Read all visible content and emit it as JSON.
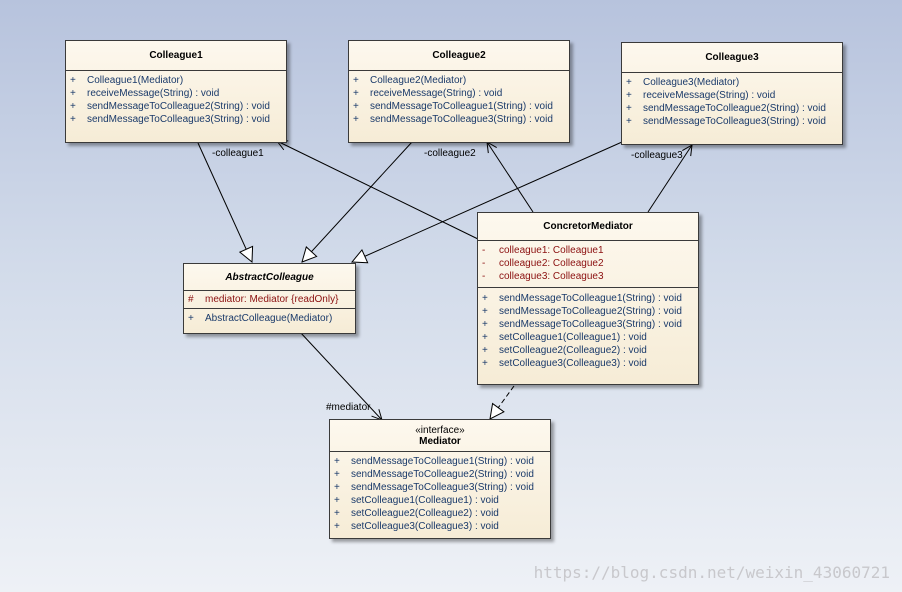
{
  "classes": {
    "colleague1": {
      "name": "Colleague1",
      "operations": [
        {
          "vis": "+",
          "text": "Colleague1(Mediator)"
        },
        {
          "vis": "+",
          "text": "receiveMessage(String) : void"
        },
        {
          "vis": "+",
          "text": "sendMessageToColleague2(String) : void"
        },
        {
          "vis": "+",
          "text": "sendMessageToColleague3(String) : void"
        }
      ]
    },
    "colleague2": {
      "name": "Colleague2",
      "operations": [
        {
          "vis": "+",
          "text": "Colleague2(Mediator)"
        },
        {
          "vis": "+",
          "text": "receiveMessage(String) : void"
        },
        {
          "vis": "+",
          "text": "sendMessageToColleague1(String) : void"
        },
        {
          "vis": "+",
          "text": "sendMessageToColleague3(String) : void"
        }
      ]
    },
    "colleague3": {
      "name": "Colleague3",
      "operations": [
        {
          "vis": "+",
          "text": "Colleague3(Mediator)"
        },
        {
          "vis": "+",
          "text": "receiveMessage(String) : void"
        },
        {
          "vis": "+",
          "text": "sendMessageToColleague2(String) : void"
        },
        {
          "vis": "+",
          "text": "sendMessageToColleague3(String) : void"
        }
      ]
    },
    "abstract": {
      "name": "AbstractColleague",
      "attributes": [
        {
          "vis": "#",
          "text": "mediator:  Mediator {readOnly}"
        }
      ],
      "operations": [
        {
          "vis": "+",
          "text": "AbstractColleague(Mediator)"
        }
      ]
    },
    "concrete": {
      "name": "ConcretorMediator",
      "attributes": [
        {
          "vis": "-",
          "text": "colleague1:  Colleague1"
        },
        {
          "vis": "-",
          "text": "colleague2:  Colleague2"
        },
        {
          "vis": "-",
          "text": "colleague3:  Colleague3"
        }
      ],
      "operations": [
        {
          "vis": "+",
          "text": "sendMessageToColleague1(String) : void"
        },
        {
          "vis": "+",
          "text": "sendMessageToColleague2(String) : void"
        },
        {
          "vis": "+",
          "text": "sendMessageToColleague3(String) : void"
        },
        {
          "vis": "+",
          "text": "setColleague1(Colleague1) : void"
        },
        {
          "vis": "+",
          "text": "setColleague2(Colleague2) : void"
        },
        {
          "vis": "+",
          "text": "setColleague3(Colleague3) : void"
        }
      ]
    },
    "mediator": {
      "stereotype": "«interface»",
      "name": "Mediator",
      "operations": [
        {
          "vis": "+",
          "text": "sendMessageToColleague1(String) : void"
        },
        {
          "vis": "+",
          "text": "sendMessageToColleague2(String) : void"
        },
        {
          "vis": "+",
          "text": "sendMessageToColleague3(String) : void"
        },
        {
          "vis": "+",
          "text": "setColleague1(Colleague1) : void"
        },
        {
          "vis": "+",
          "text": "setColleague2(Colleague2) : void"
        },
        {
          "vis": "+",
          "text": "setColleague3(Colleague3) : void"
        }
      ]
    }
  },
  "labels": {
    "colleague1": "-colleague1",
    "colleague2": "-colleague2",
    "colleague3": "-colleague3",
    "mediator": "#mediator"
  },
  "watermark": "https://blog.csdn.net/weixin_43060721"
}
